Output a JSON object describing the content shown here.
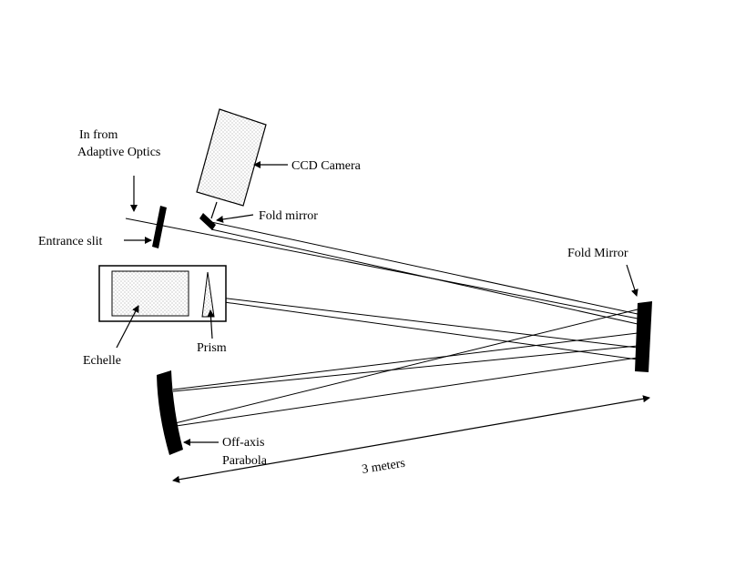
{
  "labels": {
    "input": [
      "In from",
      "Adaptive Optics"
    ],
    "ccd_camera": "CCD Camera",
    "fold_mirror_small": "Fold mirror",
    "entrance_slit": "Entrance slit",
    "fold_mirror_large": "Fold Mirror",
    "prism": "Prism",
    "echelle": "Echelle",
    "parabola": [
      "Off-axis",
      "Parabola"
    ],
    "scale": "3 meters"
  },
  "colors": {
    "ink": "#000000",
    "background": "#ffffff",
    "stipple": "#888888"
  }
}
